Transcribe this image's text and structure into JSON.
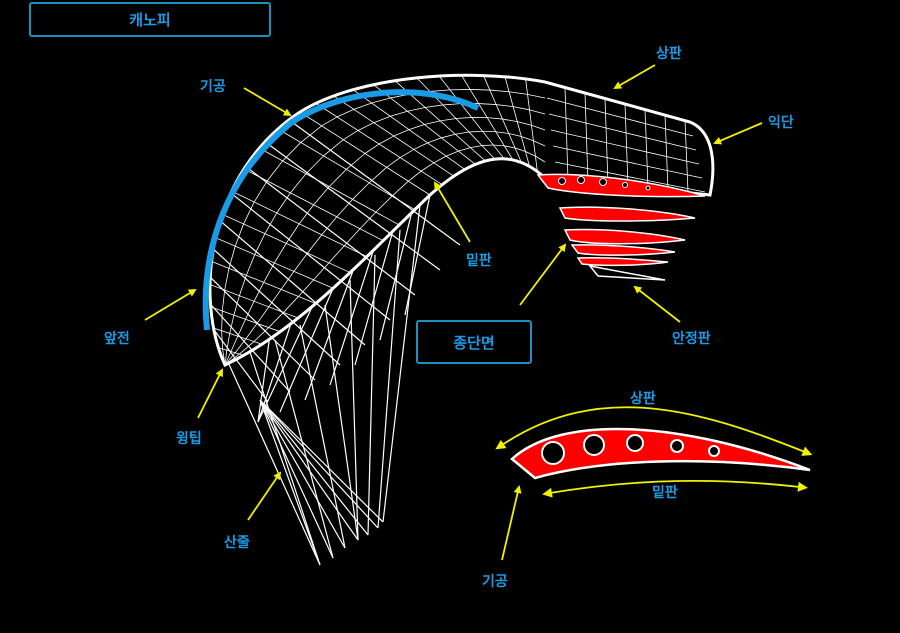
{
  "title_box": "캐노피",
  "section_box": "종단면",
  "labels": {
    "air_intake": "기공",
    "top_surface": "상판",
    "wing_end": "익단",
    "bottom_surface": "밑판",
    "leading_edge": "앞전",
    "wingtip": "윙팁",
    "lines": "산줄",
    "stabilizer": "안정판"
  },
  "profile_labels": {
    "top_surface": "상판",
    "bottom_surface": "밑판",
    "air_intake": "기공"
  },
  "colors": {
    "label": "#1a9be6",
    "arrow": "#f0f000",
    "rib": "#ff0000",
    "intake": "#1a9be6"
  }
}
